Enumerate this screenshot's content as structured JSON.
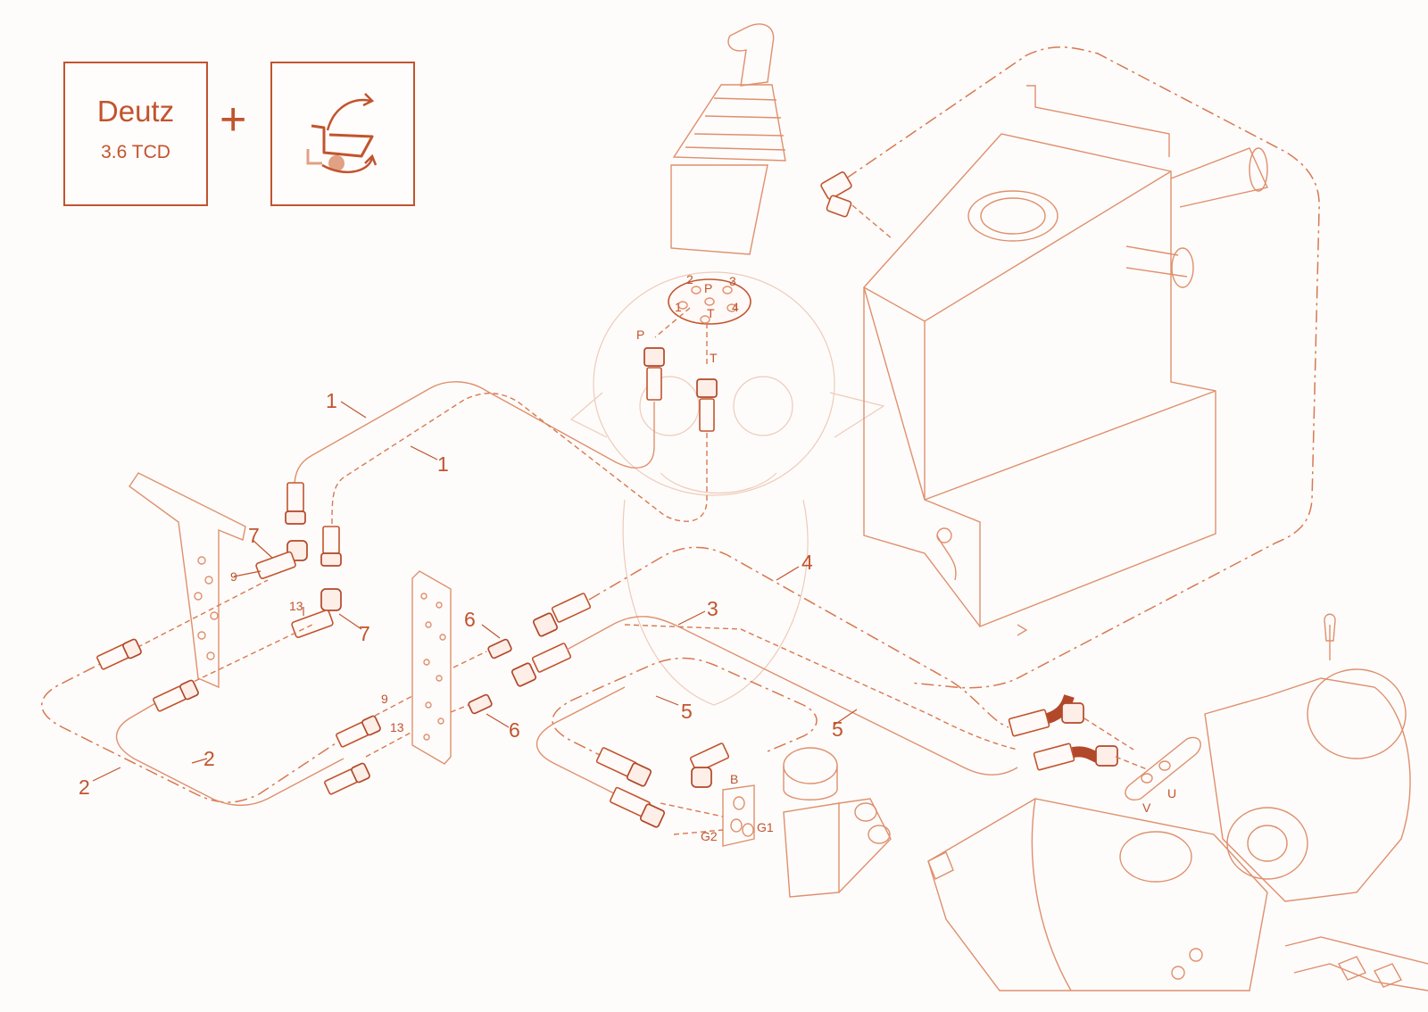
{
  "badges": {
    "engine_brand": "Deutz",
    "engine_model": "3.6 TCD",
    "plus": "+",
    "attachment_icon": "dump-body-swivel-icon"
  },
  "callouts": {
    "hose_1a": "1",
    "hose_1b": "1",
    "hose_2a": "2",
    "hose_2b": "2",
    "hose_3": "3",
    "hose_4": "4",
    "hose_5a": "5",
    "hose_5b": "5",
    "fitting_6a": "6",
    "fitting_6b": "6",
    "elbow_7a": "7",
    "elbow_7b": "7",
    "port_9a": "9",
    "port_9b": "9",
    "port_13a": "13",
    "port_13b": "13"
  },
  "ports": {
    "joystick": [
      "2",
      "P",
      "3",
      "1",
      "T",
      "4"
    ],
    "pilot_p": "P",
    "pilot_t": "T",
    "valve_b": "B",
    "valve_g1": "G1",
    "valve_g2": "G2",
    "motor_v": "V",
    "motor_u": "U"
  },
  "colors": {
    "accent": "#c1542e",
    "line": "#e08f6c",
    "background": "#fdfcfb"
  }
}
